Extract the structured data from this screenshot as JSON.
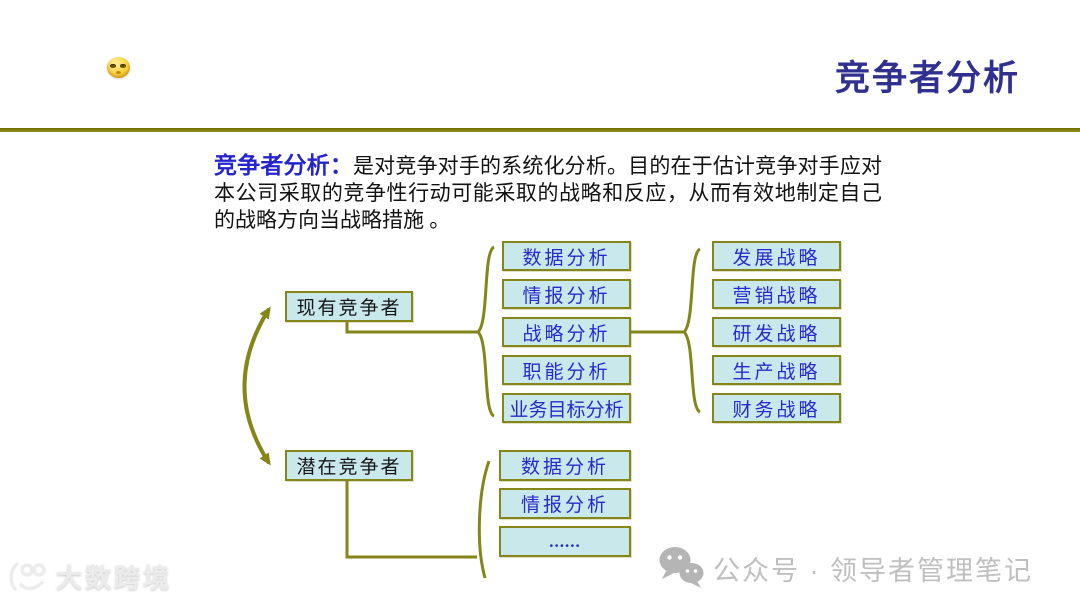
{
  "header": {
    "title": "竞争者分析",
    "emoji_icon": "smirking-face"
  },
  "intro": {
    "lead": "竞争者分析：",
    "body": "是对竞争对手的系统化分析。目的在于估计竞争对手应对本公司采取的竞争性行动可能采取的战略和反应，从而有效地制定自己的战略方向当战略措施 。"
  },
  "diagram": {
    "competitor_nodes": [
      {
        "label": "现有竞争者"
      },
      {
        "label": "潜在竞争者"
      }
    ],
    "analysis_items": [
      "数据分析",
      "情报分析",
      "战略分析",
      "职能分析",
      "业务目标分析"
    ],
    "strategy_items": [
      "发展战略",
      "营销战略",
      "研发战略",
      "生产战略",
      "财务战略"
    ],
    "potential_analysis_items": [
      "数据分析",
      "情报分析",
      "......"
    ]
  },
  "watermarks": {
    "wechat_label": "公众号 · 领导者管理笔记",
    "brand_logo_text": "大数跨境"
  },
  "colors": {
    "accent_olive": "#85851A",
    "box_fill": "#C9E8EC",
    "box_text_blue": "#2A2ACC",
    "node_text_black": "#161616",
    "title_navy": "#30308E",
    "watermark_gray": "#BFBFBF"
  }
}
